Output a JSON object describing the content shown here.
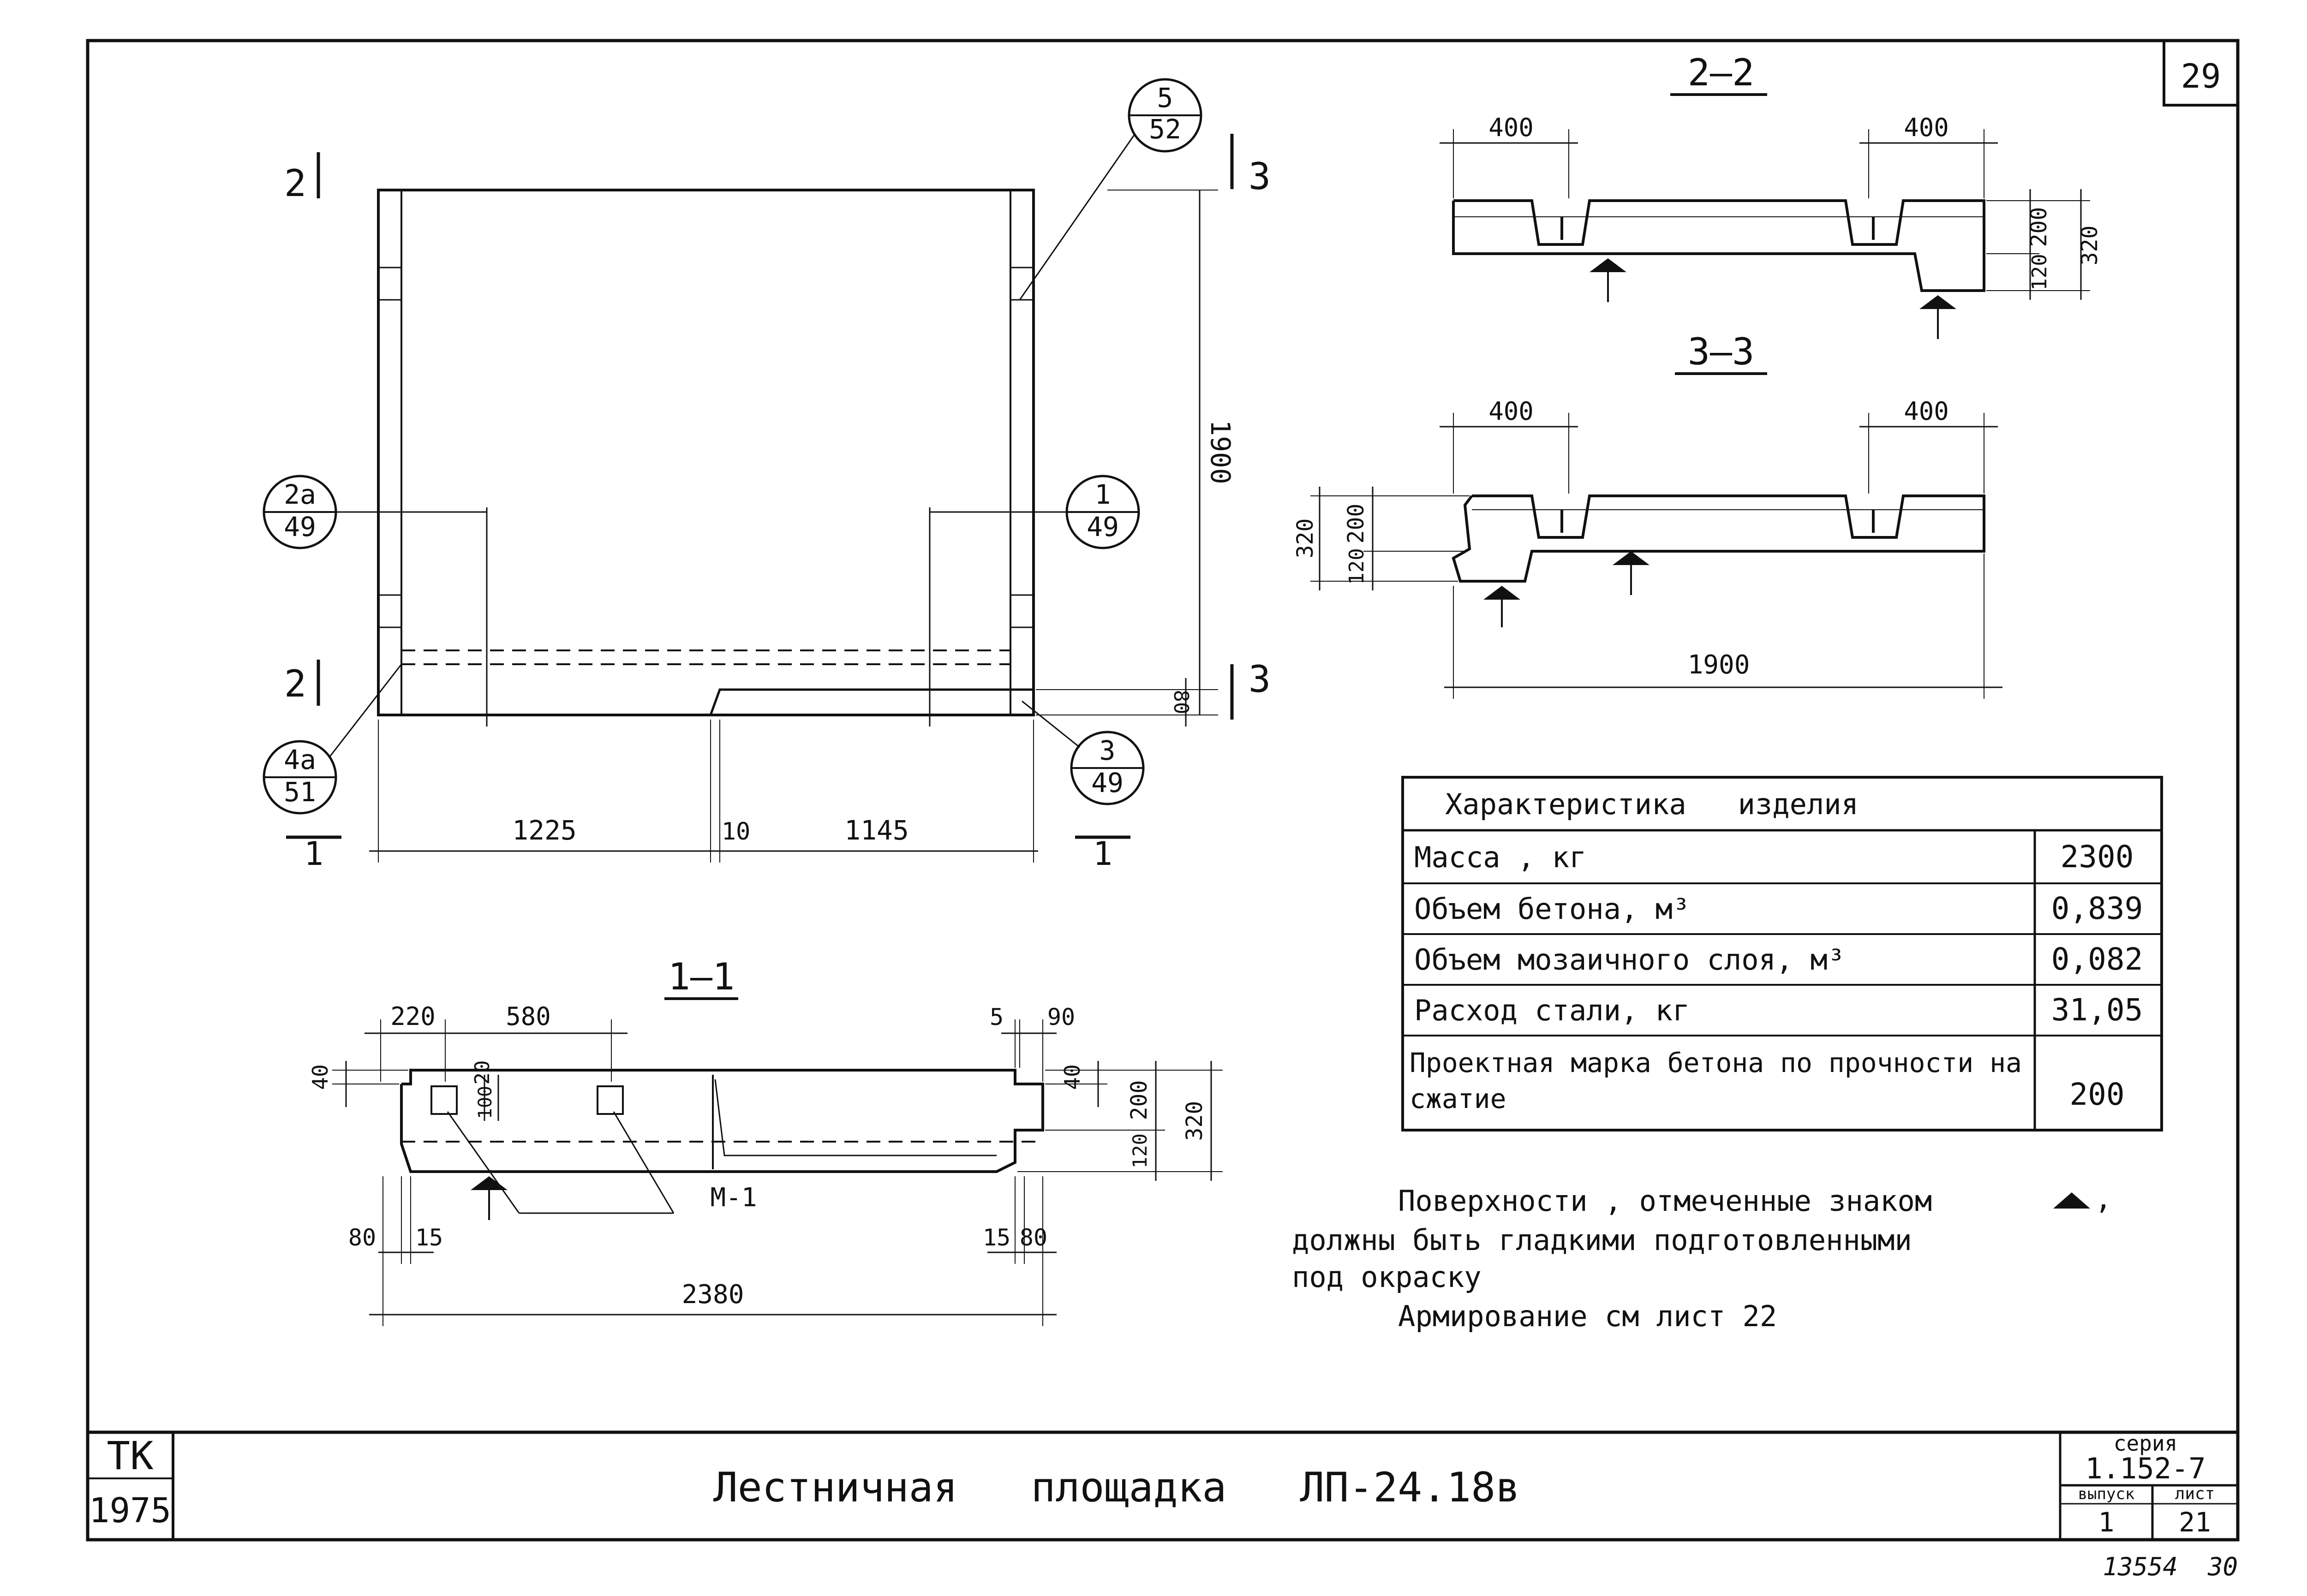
{
  "sheet": {
    "page_number": "29",
    "footer_note": "13554  30"
  },
  "plan": {
    "callouts": [
      {
        "top": "5",
        "bottom": "52"
      },
      {
        "top": "2а",
        "bottom": "49"
      },
      {
        "top": "1",
        "bottom": "49"
      },
      {
        "top": "4а",
        "bottom": "51"
      },
      {
        "top": "3",
        "bottom": "49"
      }
    ],
    "section_marks": {
      "s2": "2",
      "s3": "3",
      "s1": "1"
    },
    "dims": {
      "height": "1900",
      "step": "80",
      "left": "1225",
      "gap": "10",
      "right": "1145"
    }
  },
  "section_2_2": {
    "title": "2–2",
    "dims": {
      "left_width": "400",
      "right_width": "400",
      "h_top": "200",
      "h_bottom": "120",
      "h_total": "320"
    }
  },
  "section_3_3": {
    "title": "3–3",
    "dims": {
      "left_width": "400",
      "right_width": "400",
      "h_total": "320",
      "h_top": "200",
      "h_bottom": "120",
      "length": "1900"
    }
  },
  "section_1_1": {
    "title": "1–1",
    "dims": {
      "d220": "220",
      "d580": "580",
      "d5": "5",
      "d90": "90",
      "d40_left": "40",
      "d20": "20",
      "d100": "100",
      "d40_right": "40",
      "h_top": "200",
      "h_bottom": "120",
      "h_total": "320",
      "d80_left": "80",
      "d15_left": "15",
      "d15_right": "15",
      "d80_right": "80",
      "length": "2380"
    },
    "mark": "М-1"
  },
  "characteristics": {
    "title": "Характеристика   изделия",
    "rows": [
      {
        "label": "Масса , кг",
        "value": "2300"
      },
      {
        "label": "Объем бетона, м³",
        "value": "0,839"
      },
      {
        "label": "Объем мозаичного слоя, м³",
        "value": "0,082"
      },
      {
        "label": "Расход стали, кг",
        "value": "31,05"
      },
      {
        "label": "Проектная марка бетона по прочности на сжатие",
        "value": "200"
      }
    ]
  },
  "notes": {
    "line1": "Поверхности , отмеченные знаком",
    "line2": "должны быть гладкими подготовленными",
    "line3": "под окраску",
    "line4": "Армирование см лист 22"
  },
  "title_block": {
    "stamp_top": "ТК",
    "stamp_year": "1975",
    "title": "Лестничная   площадка   ЛП-24.18в",
    "series_label": "серия",
    "series_value": "1.152-7",
    "issue_label": "выпуск",
    "issue_value": "1",
    "sheet_label": "лист",
    "sheet_value": "21"
  }
}
